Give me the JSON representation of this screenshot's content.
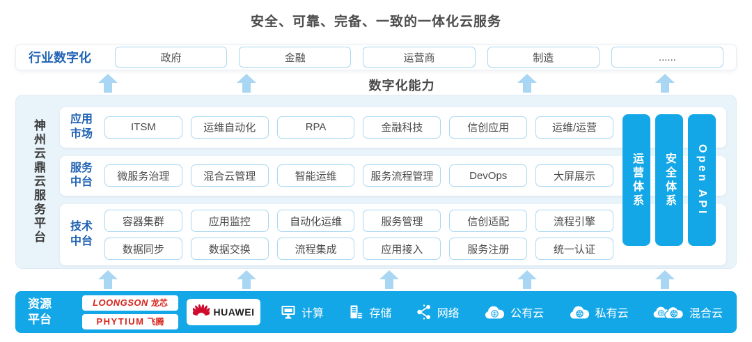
{
  "title": "安全、可靠、完备、一致的一体化云服务",
  "capability_label": "数字化能力",
  "colors": {
    "accent": "#14a7e8",
    "arrow_light_blue": "#a9d6f2",
    "label_blue": "#2062b4",
    "box_border_blue": "#a9d8f2",
    "container_bg": "#e9f3fa",
    "dark_text": "#4a4a4a",
    "brand_red": "#d7261e",
    "huawei_red": "#cf0a2c"
  },
  "industry_row": {
    "label": "行业数字化",
    "items": [
      "政府",
      "金融",
      "运营商",
      "制造",
      "......"
    ]
  },
  "platform": {
    "vertical_title": "神州云鼎云服务平台",
    "rows": [
      {
        "label_lines": [
          "应用",
          "市场"
        ],
        "lines": [
          [
            "ITSM",
            "运维自动化",
            "RPA",
            "金融科技",
            "信创应用",
            "运维/运营"
          ]
        ]
      },
      {
        "label_lines": [
          "服务",
          "中台"
        ],
        "lines": [
          [
            "微服务治理",
            "混合云管理",
            "智能运维",
            "服务流程管理",
            "DevOps",
            "大屏展示"
          ]
        ]
      },
      {
        "label_lines": [
          "技术",
          "中台"
        ],
        "lines": [
          [
            "容器集群",
            "应用监控",
            "自动化运维",
            "服务管理",
            "信创适配",
            "流程引擎"
          ],
          [
            "数据同步",
            "数据交换",
            "流程集成",
            "应用接入",
            "服务注册",
            "统一认证"
          ]
        ]
      }
    ],
    "side_bars": [
      "运营体系",
      "安全体系",
      "Open API"
    ]
  },
  "resource_bar": {
    "label_lines": [
      "资源",
      "平台"
    ],
    "vendors": [
      {
        "latin": "LOONGSON",
        "cjk": "龙芯"
      },
      {
        "latin": "PHYTIUM",
        "cjk": "飞腾"
      },
      {
        "name": "HUAWEI"
      }
    ],
    "items": [
      {
        "icon": "compute-icon",
        "label": "计算"
      },
      {
        "icon": "storage-icon",
        "label": "存储"
      },
      {
        "icon": "network-icon",
        "label": "网络"
      },
      {
        "icon": "public-cloud-icon",
        "label": "公有云"
      },
      {
        "icon": "private-cloud-icon",
        "label": "私有云"
      },
      {
        "icon": "hybrid-cloud-icon",
        "label": "混合云"
      }
    ]
  }
}
